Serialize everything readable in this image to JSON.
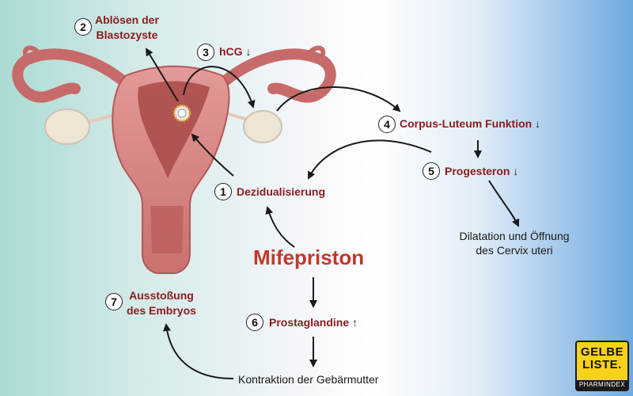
{
  "steps": {
    "s1": {
      "num": "1",
      "label": "Dezidualisierung"
    },
    "s2": {
      "num": "2",
      "line1": "Ablösen der",
      "line2": "Blastozyste"
    },
    "s3": {
      "num": "3",
      "label": "hCG",
      "trend": "↓"
    },
    "s4": {
      "num": "4",
      "label": "Corpus-Luteum Funktion",
      "trend": "↓"
    },
    "s5": {
      "num": "5",
      "label": "Progesteron",
      "trend": "↓"
    },
    "s6": {
      "num": "6",
      "label": "Prostaglandine",
      "trend": "↑"
    },
    "s7": {
      "num": "7",
      "line1": "Ausstoßung",
      "line2": "des Embryos"
    }
  },
  "drug": "Mifepriston",
  "outcomes": {
    "dilatation_line1": "Dilatation und Öffnung",
    "dilatation_line2": "des Cervix uteri",
    "contraction": "Kontraktion der Gebärmutter"
  },
  "logo": {
    "line1": "GELBE",
    "line2": "LISTE.",
    "line3": "PHARMINDEX"
  },
  "colors": {
    "label": "#8b1c1c",
    "drug": "#c0392b",
    "logo_yellow": "#f7d21a",
    "uterus": "#c76a6a"
  }
}
